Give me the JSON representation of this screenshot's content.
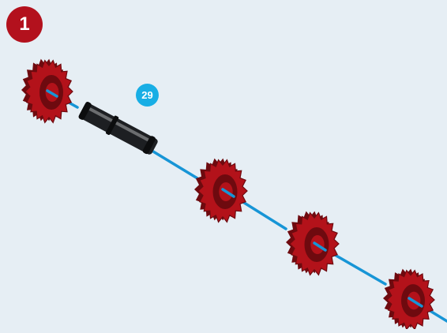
{
  "step": {
    "number": "1"
  },
  "part_callout": {
    "count": "29"
  },
  "parts": [
    {
      "name": "gear-1",
      "type": "gear"
    },
    {
      "name": "axle-connector",
      "type": "connector"
    },
    {
      "name": "gear-2",
      "type": "gear"
    },
    {
      "name": "gear-3",
      "type": "gear"
    },
    {
      "name": "gear-4",
      "type": "gear"
    }
  ],
  "colors": {
    "background": "#e6eef4",
    "step_badge": "#b3111d",
    "count_badge": "#18aee5",
    "guide_line": "#1795d6",
    "gear": "#b3121a",
    "gear_dark": "#6e0a0f",
    "connector": "#1d1f22"
  }
}
